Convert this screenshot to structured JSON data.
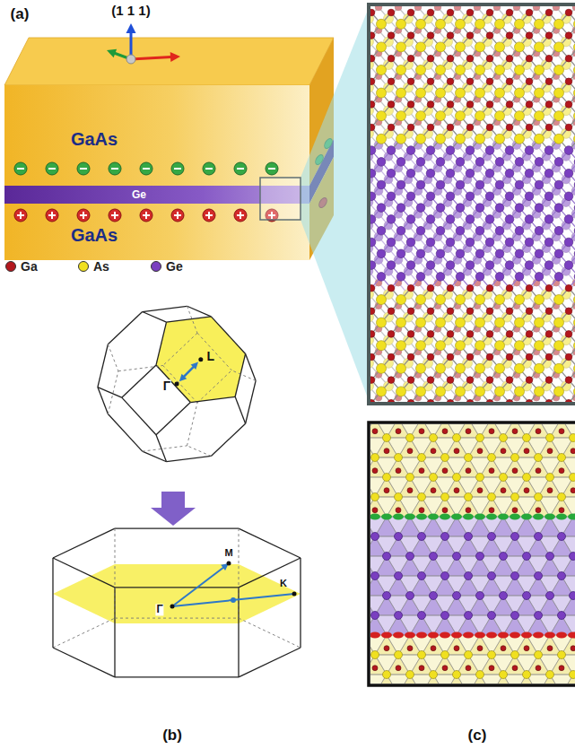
{
  "diagram": {
    "nodes": [
      {
        "text": [
          "GaAs"
        ]
      },
      {
        "text": [
          "Ge"
        ]
      },
      {
        "text": [
          "GaAs"
        ]
      }
    ],
    "labels": [
      "(a)",
      "(1 1 1)",
      "L",
      "Γ",
      "M",
      "K",
      "Γ",
      "(b)",
      "(c)"
    ],
    "legend": [
      {
        "text": "Ga",
        "color": "#b3171d"
      },
      {
        "text": "As",
        "color": "#f0e020"
      },
      {
        "text": "Ge",
        "color": "#7a3fc0"
      }
    ]
  }
}
